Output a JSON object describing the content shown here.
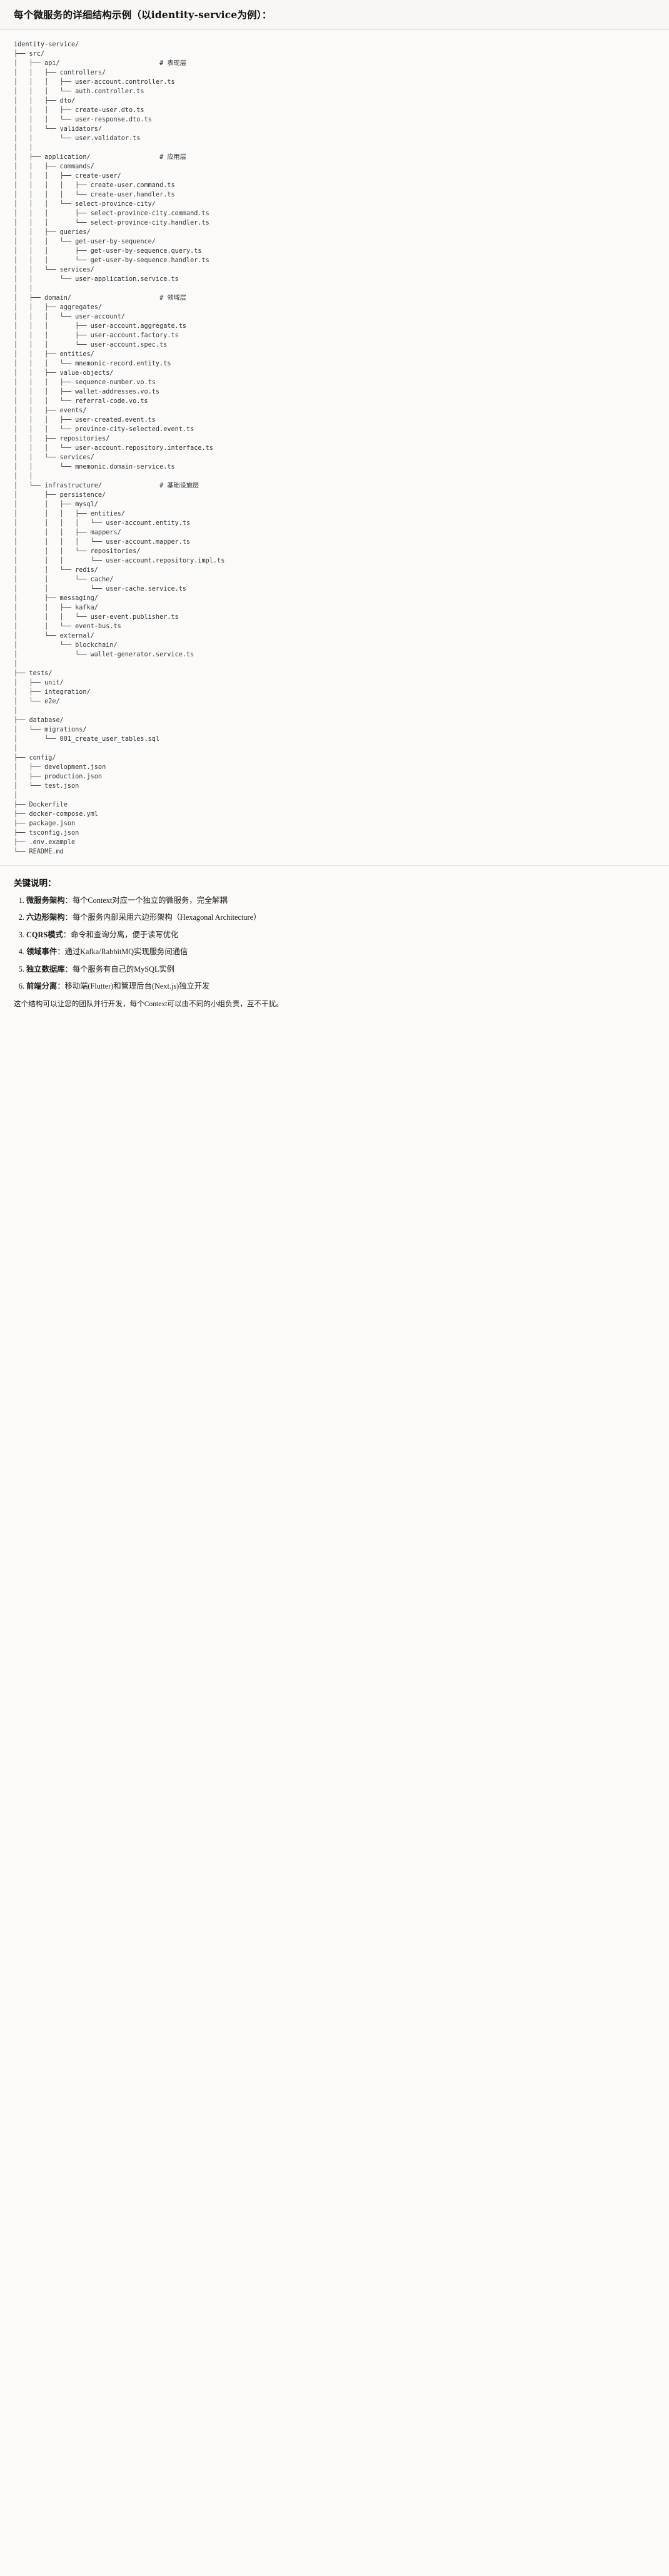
{
  "header": {
    "title": "每个微服务的详细结构示例（以identity-service为例）："
  },
  "tree": {
    "root": "identity-service/",
    "text": "identity-service/\n├── src/\n│   ├── api/                          # 表现层\n│   │   ├── controllers/\n│   │   │   ├── user-account.controller.ts\n│   │   │   └── auth.controller.ts\n│   │   ├── dto/\n│   │   │   ├── create-user.dto.ts\n│   │   │   └── user-response.dto.ts\n│   │   └── validators/\n│   │       └── user.validator.ts\n│   │\n│   ├── application/                  # 应用层\n│   │   ├── commands/\n│   │   │   ├── create-user/\n│   │   │   │   ├── create-user.command.ts\n│   │   │   │   └── create-user.handler.ts\n│   │   │   └── select-province-city/\n│   │   │       ├── select-province-city.command.ts\n│   │   │       └── select-province-city.handler.ts\n│   │   ├── queries/\n│   │   │   └── get-user-by-sequence/\n│   │   │       ├── get-user-by-sequence.query.ts\n│   │   │       └── get-user-by-sequence.handler.ts\n│   │   └── services/\n│   │       └── user-application.service.ts\n│   │\n│   ├── domain/                       # 领域层\n│   │   ├── aggregates/\n│   │   │   └── user-account/\n│   │   │       ├── user-account.aggregate.ts\n│   │   │       ├── user-account.factory.ts\n│   │   │       └── user-account.spec.ts\n│   │   ├── entities/\n│   │   │   └── mnemonic-record.entity.ts\n│   │   ├── value-objects/\n│   │   │   ├── sequence-number.vo.ts\n│   │   │   ├── wallet-addresses.vo.ts\n│   │   │   └── referral-code.vo.ts\n│   │   ├── events/\n│   │   │   ├── user-created.event.ts\n│   │   │   └── province-city-selected.event.ts\n│   │   ├── repositories/\n│   │   │   └── user-account.repository.interface.ts\n│   │   └── services/\n│   │       └── mnemonic.domain-service.ts\n│   │\n│   └── infrastructure/               # 基础设施层\n│       ├── persistence/\n│       │   ├── mysql/\n│       │   │   ├── entities/\n│       │   │   │   └── user-account.entity.ts\n│       │   │   ├── mappers/\n│       │   │   │   └── user-account.mapper.ts\n│       │   │   └── repositories/\n│       │   │       └── user-account.repository.impl.ts\n│       │   └── redis/\n│       │       └── cache/\n│       │           └── user-cache.service.ts\n│       ├── messaging/\n│       │   ├── kafka/\n│       │   │   └── user-event.publisher.ts\n│       │   └── event-bus.ts\n│       └── external/\n│           └── blockchain/\n│               └── wallet-generator.service.ts\n│\n├── tests/\n│   ├── unit/\n│   ├── integration/\n│   └── e2e/\n│\n├── database/\n│   └── migrations/\n│       └── 001_create_user_tables.sql\n│\n├── config/\n│   ├── development.json\n│   ├── production.json\n│   └── test.json\n│\n├── Dockerfile\n├── docker-compose.yml\n├── package.json\n├── tsconfig.json\n├── .env.example\n└── README.md",
    "comments": [
      {
        "label": "# 表现层",
        "for": "api/"
      },
      {
        "label": "# 应用层",
        "for": "application/"
      },
      {
        "label": "# 领域层",
        "for": "domain/"
      },
      {
        "label": "# 基础设施层",
        "for": "infrastructure/"
      }
    ]
  },
  "notes": {
    "title": "关键说明：",
    "items": [
      {
        "term": "微服务架构",
        "sep": "：",
        "body": "每个Context对应一个独立的微服务，完全解耦"
      },
      {
        "term": "六边形架构",
        "sep": "：",
        "body": "每个服务内部采用六边形架构（Hexagonal Architecture）"
      },
      {
        "term": "CQRS模式",
        "sep": "：",
        "body": "命令和查询分离，便于读写优化"
      },
      {
        "term": "领域事件",
        "sep": "：",
        "body": "通过Kafka/RabbitMQ实现服务间通信"
      },
      {
        "term": "独立数据库",
        "sep": "：",
        "body": "每个服务有自己的MySQL实例"
      },
      {
        "term": "前端分离",
        "sep": "：",
        "body": "移动端(Flutter)和管理后台(Next.js)独立开发"
      }
    ],
    "closing": "这个结构可以让您的团队并行开发，每个Context可以由不同的小组负责，互不干扰。"
  }
}
